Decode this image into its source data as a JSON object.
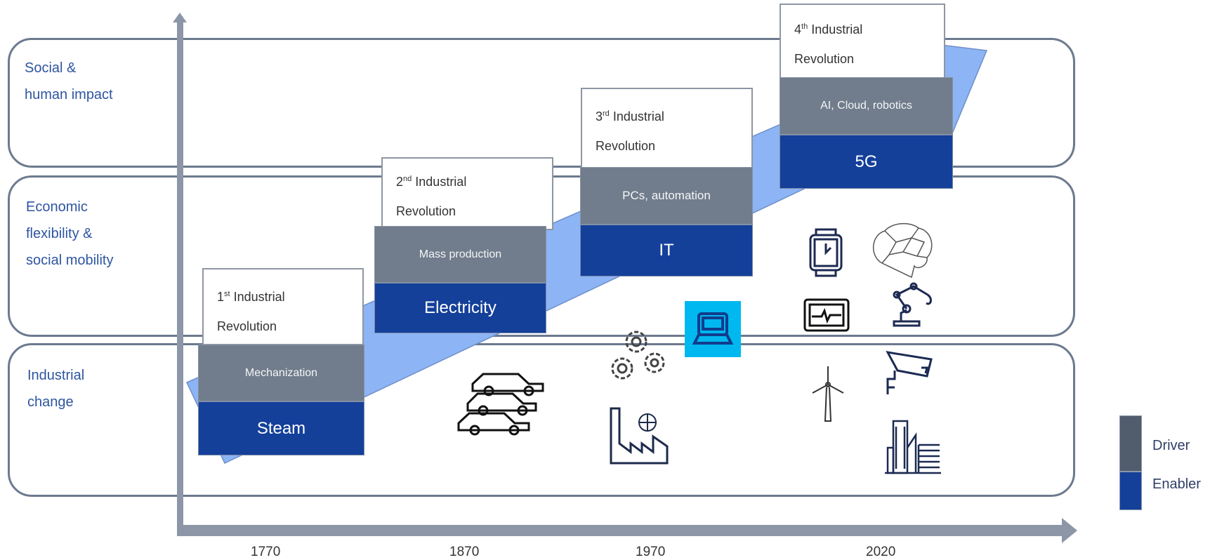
{
  "bands": [
    {
      "id": "social",
      "lines": [
        "Social &",
        "human impact"
      ]
    },
    {
      "id": "economic",
      "lines": [
        "Economic",
        "flexibility &",
        "social mobility"
      ]
    },
    {
      "id": "industrial",
      "lines": [
        "Industrial",
        "change"
      ]
    }
  ],
  "revolutions": [
    {
      "ordinal": "1",
      "suffix": "st",
      "title": "Industrial",
      "title2": "Revolution",
      "driver": "Mechanization",
      "enabler": "Steam"
    },
    {
      "ordinal": "2",
      "suffix": "nd",
      "title": "Industrial",
      "title2": "Revolution",
      "driver": "Mass production",
      "enabler": "Electricity"
    },
    {
      "ordinal": "3",
      "suffix": "rd",
      "title": "Industrial",
      "title2": "Revolution",
      "driver": "PCs, automation",
      "enabler": "IT"
    },
    {
      "ordinal": "4",
      "suffix": "th",
      "title": "Industrial",
      "title2": "Revolution",
      "driver": "AI, Cloud, robotics",
      "enabler": "5G"
    }
  ],
  "years": [
    "1770",
    "1870",
    "1970",
    "2020"
  ],
  "legend": {
    "driver": "Driver",
    "enabler": "Enabler"
  },
  "icons": [
    "cars-icon",
    "gears-icon",
    "factory-icon",
    "laptop-icon",
    "smartwatch-icon",
    "brain-network-icon",
    "heart-monitor-icon",
    "robot-arm-icon",
    "wind-turbine-icon",
    "security-camera-icon",
    "city-buildings-icon"
  ],
  "colors": {
    "driver": "#717d8c",
    "enabler": "#14409a",
    "arrow": "#8db4f5",
    "band_border": "#6c7a8e",
    "label": "#2e55a0",
    "highlight": "#00b8f0"
  }
}
